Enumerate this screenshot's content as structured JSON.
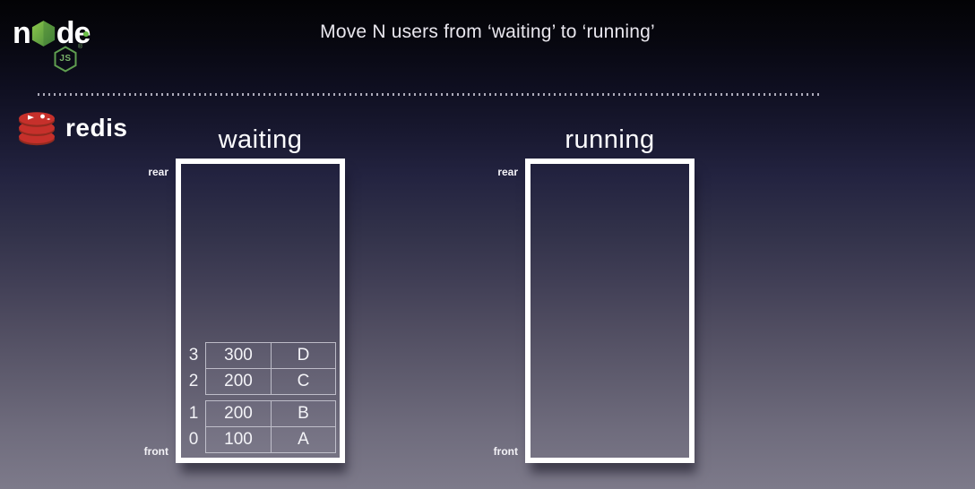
{
  "colors": {
    "background_top": "#030305",
    "background_bottom": "#7d7a8a",
    "box_border": "#ffffff",
    "table_border": "#cdcdd7",
    "node_green": "#6bbf47",
    "node_green_dark": "#46853c",
    "redis_red": "#c6302b",
    "redis_red_dark": "#922a1f",
    "text": "#f2f2f6"
  },
  "header": {
    "title": "Move N users from ‘waiting’ to ‘running’"
  },
  "logos": {
    "node": {
      "letters_pre": "n",
      "letters_post": "de",
      "badge": "JS",
      "registered": "®"
    },
    "redis": {
      "label": "redis"
    }
  },
  "queues": [
    {
      "id": "waiting",
      "title": "waiting",
      "rear_label": "rear",
      "front_label": "front",
      "groups": [
        {
          "rows": [
            {
              "index": "3",
              "score": "300",
              "member": "D"
            },
            {
              "index": "2",
              "score": "200",
              "member": "C"
            }
          ]
        },
        {
          "rows": [
            {
              "index": "1",
              "score": "200",
              "member": "B"
            },
            {
              "index": "0",
              "score": "100",
              "member": "A"
            }
          ]
        }
      ]
    },
    {
      "id": "running",
      "title": "running",
      "rear_label": "rear",
      "front_label": "front",
      "groups": []
    }
  ]
}
